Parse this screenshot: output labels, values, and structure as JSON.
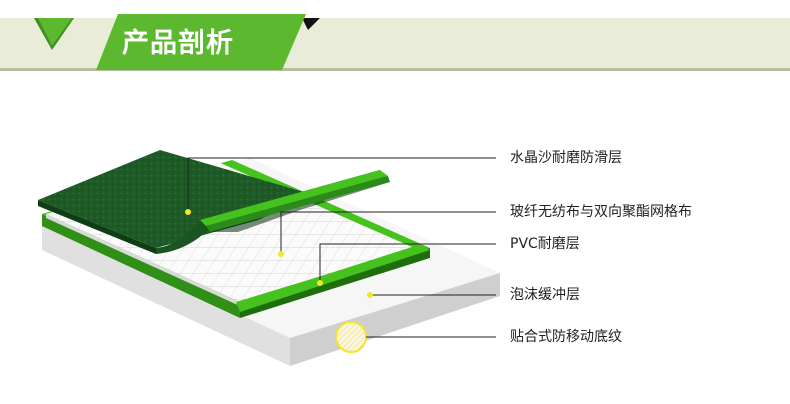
{
  "header": {
    "title": "产品剖析",
    "accent_color": "#5cb82f",
    "band_color": "#e9ecd9"
  },
  "layers": [
    {
      "label": "水晶沙耐磨防滑层"
    },
    {
      "label": "玻纤无纺布与双向聚酯网格布"
    },
    {
      "label": "PVC耐磨层"
    },
    {
      "label": "泡沫缓冲层"
    },
    {
      "label": "贴合式防移动底纹"
    }
  ],
  "colors": {
    "top_layer": "#1e5c26",
    "pvc_layer": "#46c21e",
    "grid_layer": "#fafafa",
    "foam_layer": "#f3f3f3",
    "marker": "#f2e62a"
  }
}
